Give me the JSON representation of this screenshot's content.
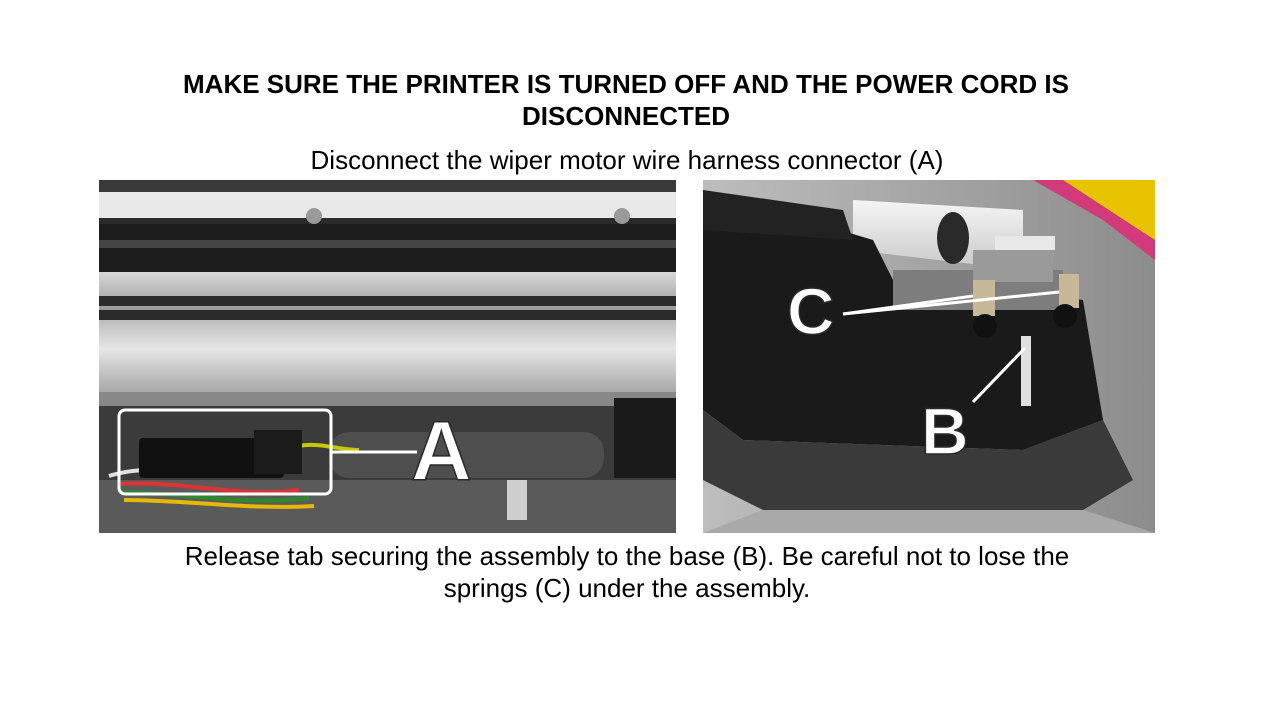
{
  "slide": {
    "warning": "MAKE SURE THE PRINTER IS TURNED OFF AND THE POWER CORD IS\nDISCONNECTED",
    "step1": "Disconnect the wiper motor wire harness connector (A)",
    "step2": "Release tab securing the assembly to the base (B).  Be careful not to lose the\nsprings (C) under the assembly."
  },
  "photo_left": {
    "label_a": "A"
  },
  "photo_right": {
    "label_b": "B",
    "label_c": "C"
  }
}
